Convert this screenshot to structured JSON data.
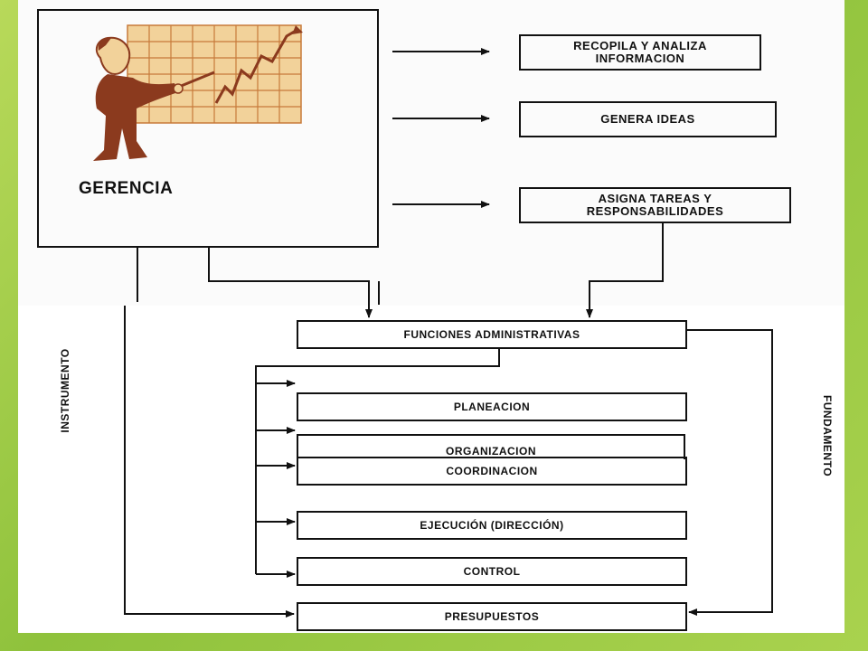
{
  "manager": {
    "label": "GERENCIA",
    "illustration": "manager-pointing-chart"
  },
  "actions": [
    {
      "label": "RECOPILA Y ANALIZA\nINFORMACION"
    },
    {
      "label": "GENERA IDEAS"
    },
    {
      "label": "ASIGNA TAREAS Y\nRESPONSABILIDADES"
    }
  ],
  "functions": {
    "title": "FUNCIONES ADMINISTRATIVAS",
    "items": [
      {
        "label": "PLANEACION"
      },
      {
        "label": "ORGANIZACION"
      },
      {
        "label": "COORDINACION"
      },
      {
        "label": "EJECUCIÓN (DIRECCIÓN)"
      },
      {
        "label": "CONTROL"
      }
    ]
  },
  "budget": {
    "label": "PRESUPUESTOS"
  },
  "side_labels": {
    "left": "INSTRUMENTO",
    "right": "FUNDAMENTO"
  },
  "colors": {
    "ink": "#111111",
    "figure": "#8b3a1e",
    "grid": "#f2d29a"
  }
}
